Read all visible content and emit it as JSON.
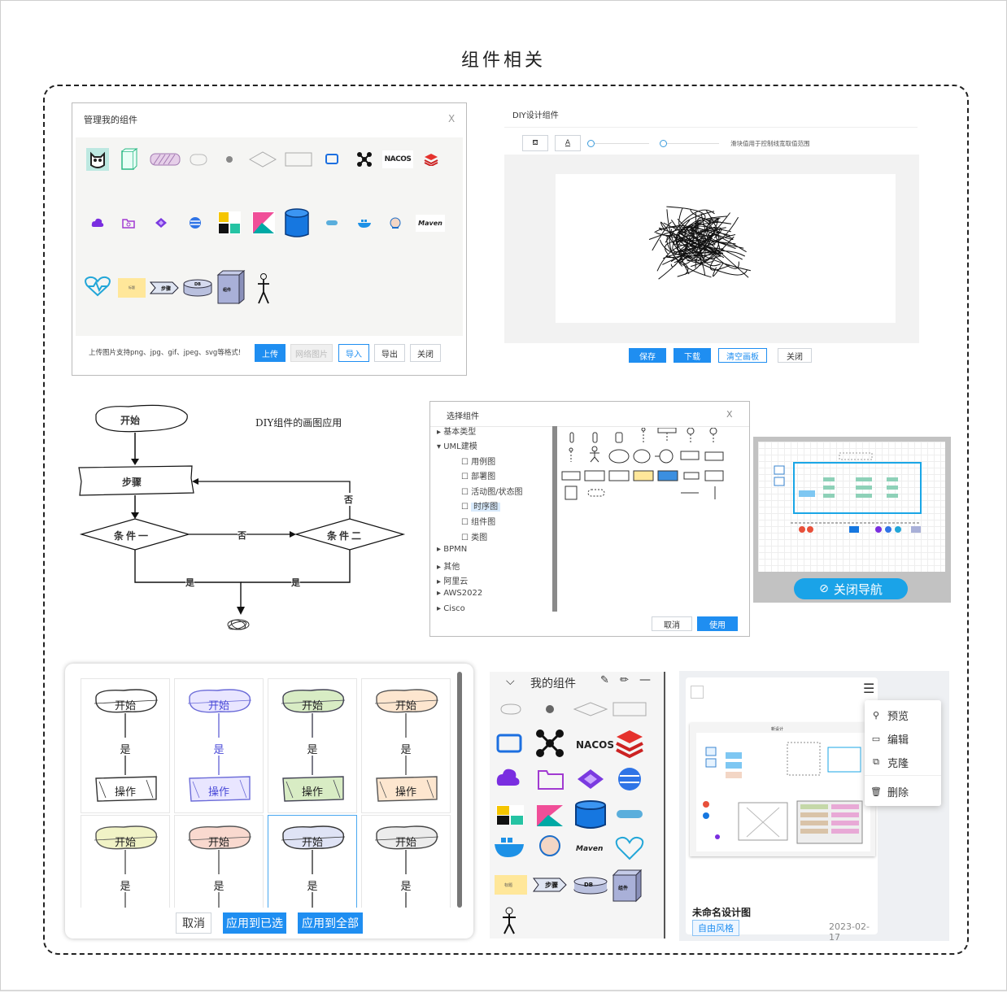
{
  "page_title": "组件相关",
  "manage_dialog": {
    "title": "管理我的组件",
    "close": "X",
    "hint": "上传图片支持png、jpg、gif、jpeg、svg等格式!",
    "buttons": {
      "upload": "上传",
      "web_image": "网络图片",
      "import": "导入",
      "export": "导出",
      "close": "关闭"
    },
    "icons": [
      "nacos-logo-text"
    ],
    "nacos_text": "NACOS",
    "maven_text": "Maven",
    "card_text": "标题",
    "arrow_text": "步骤",
    "db_text": "DB",
    "box_text": "组件"
  },
  "diy_dialog": {
    "title": "DIY设计组件",
    "hint": "滑块值用于控制线宽取值范围",
    "buttons": {
      "save": "保存",
      "download": "下载",
      "clear": "清空画板",
      "close": "关闭"
    }
  },
  "flowchart": {
    "caption": "DIY组件的画图应用",
    "start": "开始",
    "step": "步骤",
    "cond1": "条件一",
    "cond2": "条件二",
    "no_mid": "否",
    "no_up": "否",
    "yes_left": "是",
    "yes_right": "是"
  },
  "select_dialog": {
    "title": "选择组件",
    "close": "X",
    "tree": [
      "基本类型",
      "UML建模",
      "用例图",
      "部署图",
      "活动图/状态图",
      "时序图",
      "组件图",
      "类图",
      "BPMN",
      "其他",
      "阿里云",
      "AWS2022",
      "Cisco"
    ],
    "buttons": {
      "cancel": "取消",
      "use": "使用"
    }
  },
  "nav_panel": {
    "close_nav": "关闭导航"
  },
  "style_picker": {
    "start": "开始",
    "yes": "是",
    "op": "操作",
    "buttons": {
      "cancel": "取消",
      "apply_selected": "应用到已选",
      "apply_all": "应用到全部"
    },
    "colors": [
      "#ffffff",
      "#e9e6ff",
      "#d8ecc4",
      "#fde6cf",
      "#f1f3c6",
      "#f9d9cf",
      "#dfe3f5",
      "#ececec"
    ]
  },
  "my_components": {
    "title": "我的组件",
    "nacos_text": "NACOS",
    "maven_text": "Maven",
    "arrow_text": "步骤",
    "db_text": "DB",
    "box_text": "组件",
    "card_text": "标题"
  },
  "design_card": {
    "name": "未命名设计图",
    "tag": "自由风格",
    "date": "2023-02-17",
    "thumb_title": "新设计",
    "menu": [
      "预览",
      "编辑",
      "克隆",
      "删除"
    ]
  }
}
